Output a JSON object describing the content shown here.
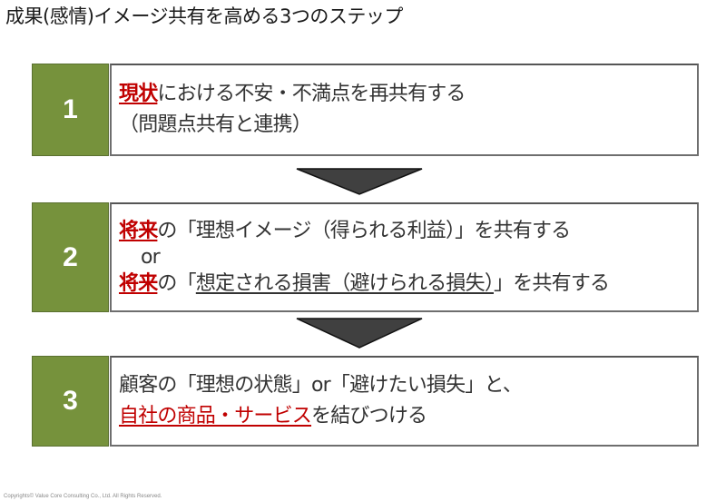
{
  "title": "成果(感情)イメージ共有を高める3つのステップ",
  "colors": {
    "step_number_bg": "#76923c",
    "highlight": "#c00000",
    "arrow": "#404040"
  },
  "steps": [
    {
      "number": "1",
      "lines": [
        {
          "highlight": "現状",
          "text": "における不安・不満点を再共有する"
        },
        {
          "text": "（問題点共有と連携）"
        }
      ]
    },
    {
      "number": "2",
      "lines": [
        {
          "highlight": "将来",
          "text_a": "の「理想イメージ（得られる利益）」を共有する"
        },
        {
          "text": "or"
        },
        {
          "highlight": "将来",
          "pre": "の「",
          "underlined": "想定される損害（避けられる損失）",
          "post": "」を共有する"
        }
      ]
    },
    {
      "number": "3",
      "lines": [
        {
          "text": "顧客の「理想の状態」or「避けたい損失」と、"
        },
        {
          "highlight": "自社の商品・サービス",
          "text": "を結びつける"
        }
      ]
    }
  ],
  "arrows": [
    "down-arrow",
    "down-arrow"
  ],
  "footer": "Copyrights© Value Core Consulting Co., Ltd.  All Rights Reserved."
}
